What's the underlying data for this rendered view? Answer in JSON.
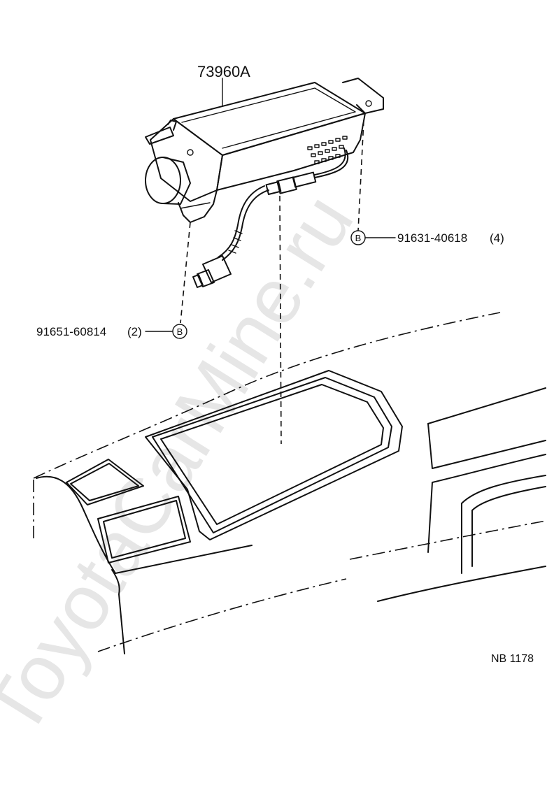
{
  "watermark": "ToyotaCarMine.ru",
  "parts": {
    "main_unit": "73960A",
    "bolt_right": {
      "part_no": "91631-40618",
      "qty": "(4)",
      "ref": "B"
    },
    "bolt_left": {
      "part_no": "91651-60814",
      "qty": "(2)",
      "ref": "B"
    }
  },
  "drawing_code": "NB 1178"
}
